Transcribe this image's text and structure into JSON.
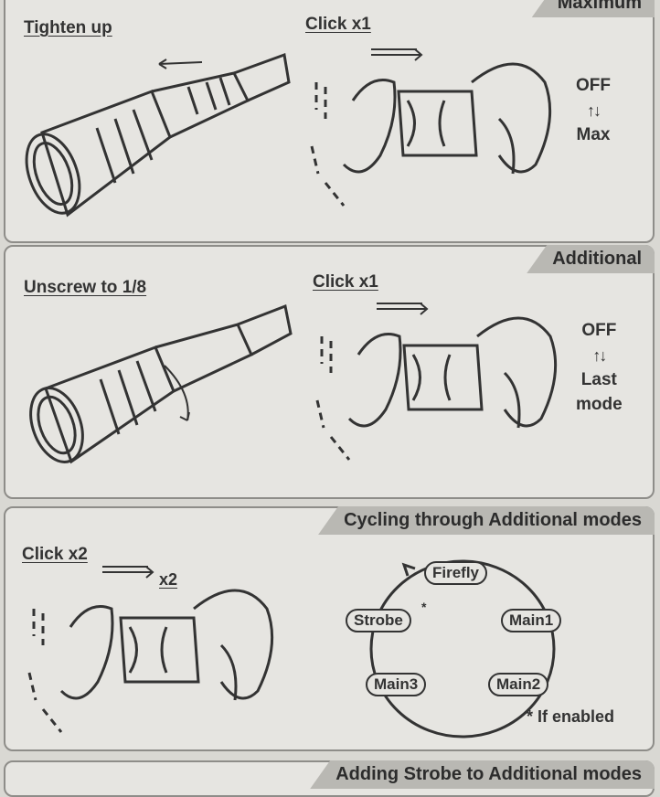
{
  "panel1": {
    "tab": "Maximum",
    "step1": "Tighten up",
    "step2": "Click x1",
    "state_top": "OFF",
    "state_bottom": "Max"
  },
  "panel2": {
    "tab": "Additional",
    "step1": "Unscrew to 1/8",
    "step2": "Click x1",
    "state_top": "OFF",
    "state_bottom_1": "Last",
    "state_bottom_2": "mode"
  },
  "panel3": {
    "tab": "Cycling through Additional modes",
    "step1": "Click x2",
    "multiplier": "x2",
    "modes": {
      "firefly": "Firefly",
      "main1": "Main1",
      "main2": "Main2",
      "main3": "Main3",
      "strobe": "Strobe"
    },
    "asterisk": "*",
    "footnote": "* If enabled"
  },
  "panel4": {
    "tab": "Adding Strobe to Additional modes"
  },
  "icons": {
    "toggle_arrows": "↑↓"
  }
}
